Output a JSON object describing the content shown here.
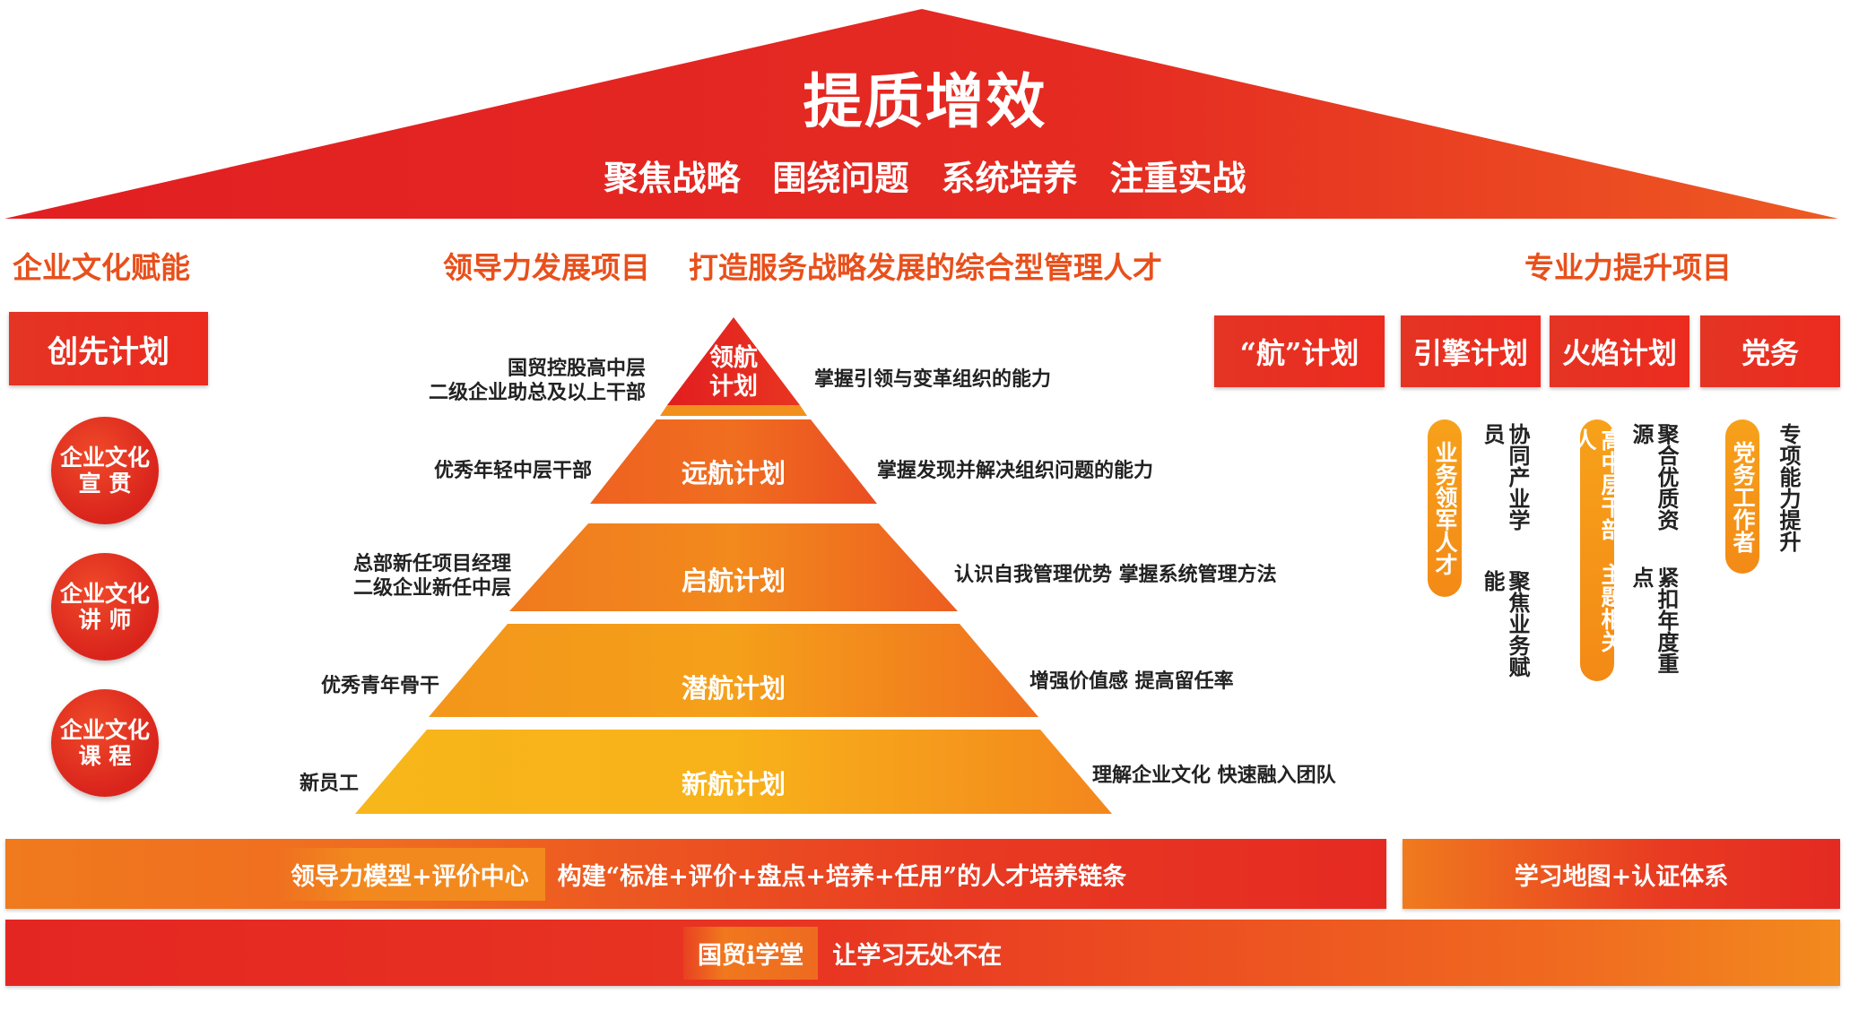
{
  "roof": {
    "title": "提质增效",
    "subtitles": [
      "聚焦战略",
      "围绕问题",
      "系统培养",
      "注重实战"
    ]
  },
  "left": {
    "heading": "企业文化赋能",
    "box": "创先计划",
    "circles": [
      {
        "line1": "企业文化",
        "line2": "宣 贯"
      },
      {
        "line1": "企业文化",
        "line2": "讲 师"
      },
      {
        "line1": "企业文化",
        "line2": "课 程"
      }
    ]
  },
  "center": {
    "heading": "领导力发展项目",
    "subheading": "打造服务战略发展的综合型管理人才",
    "tiers": [
      {
        "label_line1": "领航",
        "label_line2": "计划",
        "audience_line1": "国贸控股高中层",
        "audience_line2": "二级企业助总及以上干部",
        "goal": "掌握引领与变革组织的能力"
      },
      {
        "label_line1": "远航计划",
        "label_line2": "",
        "audience_line1": "优秀年轻中层干部",
        "audience_line2": "",
        "goal": "掌握发现并解决组织问题的能力"
      },
      {
        "label_line1": "启航计划",
        "label_line2": "",
        "audience_line1": "总部新任项目经理",
        "audience_line2": "二级企业新任中层",
        "goal": "认识自我管理优势 掌握系统管理方法"
      },
      {
        "label_line1": "潜航计划",
        "label_line2": "",
        "audience_line1": "优秀青年骨干",
        "audience_line2": "",
        "goal": "增强价值感 提高留任率"
      },
      {
        "label_line1": "新航计划",
        "label_line2": "",
        "audience_line1": "新员工",
        "audience_line2": "",
        "goal": "理解企业文化 快速融入团队"
      }
    ]
  },
  "right": {
    "heading": "专业力提升项目",
    "boxes": [
      "“航”计划",
      "引擎计划",
      "火焰计划",
      "党务"
    ],
    "columns": [
      {
        "pill": "业务领军人才",
        "text1": "协同产业学员",
        "text2": "聚焦业务赋能"
      },
      {
        "pill": "高中层干部、主题相关人",
        "text1": "聚合优质资源",
        "text2": "紧扣年度重点"
      },
      {
        "pill": "党务工作者",
        "text1": "专项能力提升",
        "text2": ""
      }
    ]
  },
  "bottom": {
    "bar1_tag": "领导力模型+评价中心",
    "bar1_text": "构建“标准+评价+盘点+培养+任用”的人才培养链条",
    "bar2_text": "学习地图+认证体系",
    "bar3_tag": "国贸i学堂",
    "bar3_text": "让学习无处不在"
  },
  "colors": {
    "red": "#e52d22",
    "orange": "#f0711e",
    "yellow": "#f5a81c",
    "heading": "#e8501c"
  }
}
